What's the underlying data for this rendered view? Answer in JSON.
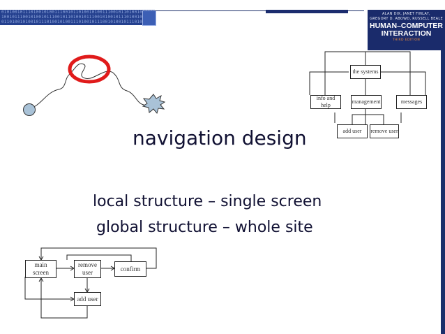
{
  "slide": {
    "title": "navigation design",
    "bullets": [
      "local structure – single screen",
      "global structure – whole site"
    ]
  },
  "book_cover": {
    "authors_line1": "ALAN DIX, JANET FINLAY,",
    "authors_line2": "GREGORY D. ABOWD, RUSSELL BEALE",
    "title_line1": "HUMAN–COMPUTER",
    "title_line2": "INTERACTION",
    "edition": "THIRD EDITION"
  },
  "hierarchy_diagram": {
    "root": "the systems",
    "children": [
      "info and help",
      "management",
      "messages"
    ],
    "grandchildren": [
      "add user",
      "remove user"
    ]
  },
  "screen_flow_diagram": {
    "nodes": [
      "main\nscreen",
      "remove\nuser",
      "confirm",
      "add user"
    ]
  },
  "colors": {
    "header_blue": "#24408e",
    "dark_navy": "#1a2b6b",
    "highlight_red": "#e01b1b",
    "burst_fill": "#a9c2d7",
    "start_circle_fill": "#a9c2d7",
    "text": "#111133"
  },
  "icons": {
    "start": "circle-node-icon",
    "target": "starburst-icon",
    "highlight": "red-ring-icon"
  }
}
